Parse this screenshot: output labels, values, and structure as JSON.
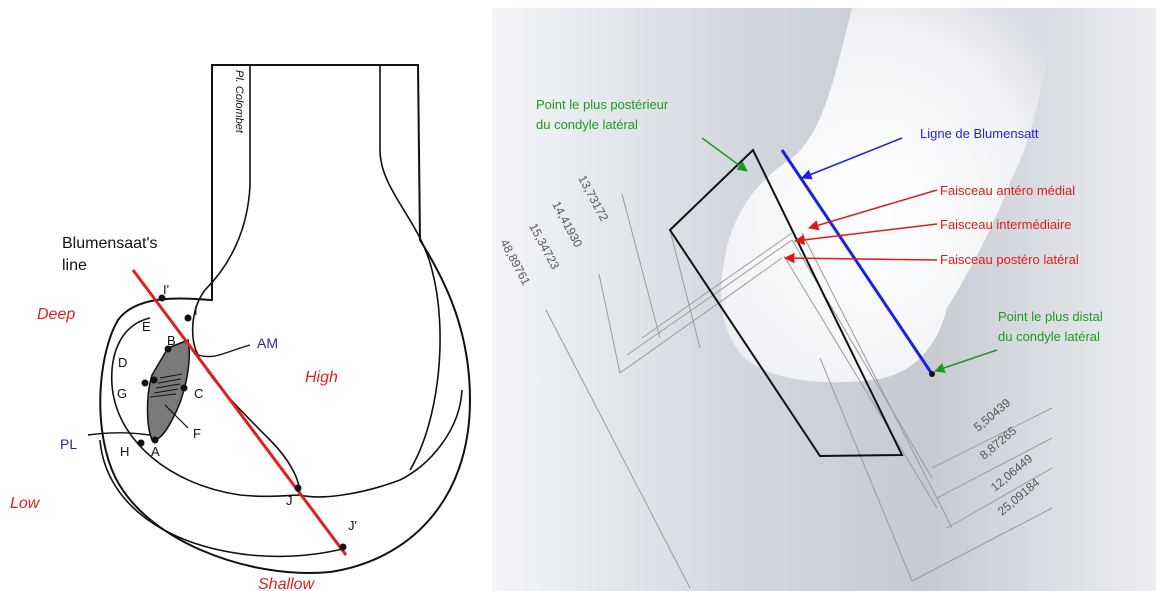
{
  "left_diagram": {
    "signature": "Pl. Colombet",
    "line_label_1": "Blumensaat's",
    "line_label_2": "line",
    "zones": {
      "deep": "Deep",
      "high": "High",
      "low": "Low",
      "shallow": "Shallow"
    },
    "bundles": {
      "am": "AM",
      "pl": "PL"
    },
    "points": [
      "I'",
      "I",
      "E",
      "B",
      "D",
      "G",
      "C",
      "H",
      "A",
      "F",
      "J",
      "J'"
    ]
  },
  "right_diagram": {
    "labels": {
      "posterior_point_1": "Point le plus postérieur",
      "posterior_point_2": "du condyle latéral",
      "blumensaat_line": "Ligne de Blumensatt",
      "am_bundle": "Faisceau antéro médial",
      "intermediate_bundle": "Faisceau intermédiaire",
      "pl_bundle": "Faisceau postéro latéral",
      "distal_point_1": "Point le plus distal",
      "distal_point_2": "du condyle latéral"
    },
    "dimensions_top": [
      "13,73172",
      "14,41930",
      "15,34723",
      "48,89761"
    ],
    "dimensions_bottom": [
      "5,50439",
      "8,87265",
      "12,06449",
      "25,09184"
    ],
    "colors": {
      "green": "#1a9c1a",
      "blue": "#1f1fe0",
      "red": "#e01a1a",
      "black": "#111111"
    }
  }
}
